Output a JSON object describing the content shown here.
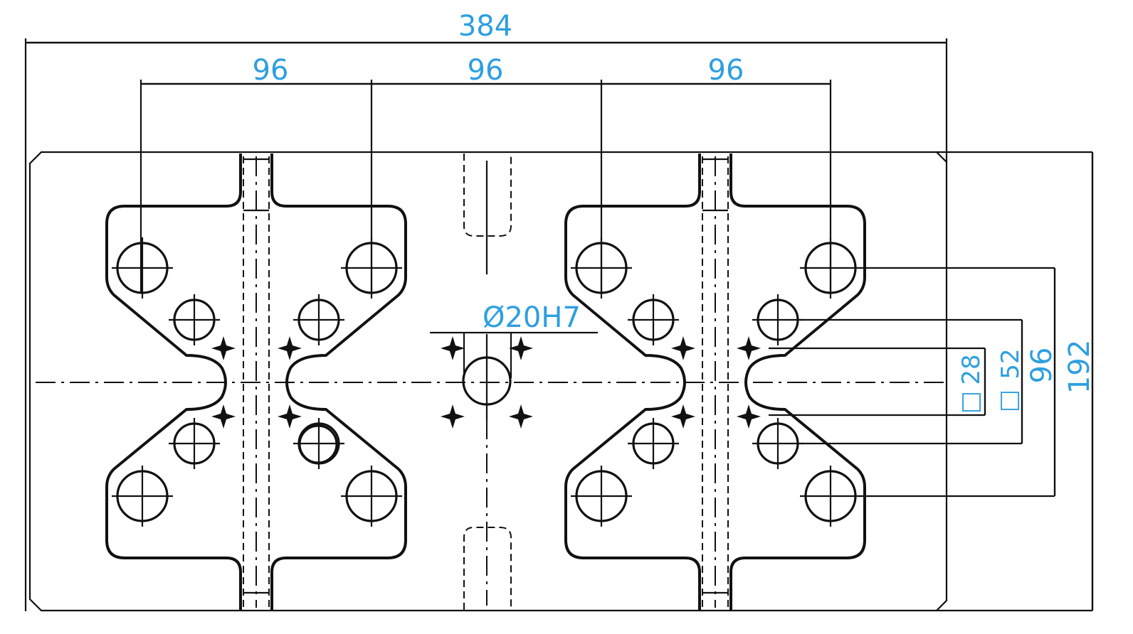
{
  "colors": {
    "dimension": "#2e9fe0",
    "line": "#111111",
    "background": "#ffffff"
  },
  "dimensions": {
    "overall_width": "384",
    "pitch_1": "96",
    "pitch_2": "96",
    "pitch_3": "96",
    "bore": "Ø20H7",
    "height": "192",
    "span_96": "96",
    "square_52": "52",
    "square_28": "28",
    "square_symbol": "□"
  }
}
